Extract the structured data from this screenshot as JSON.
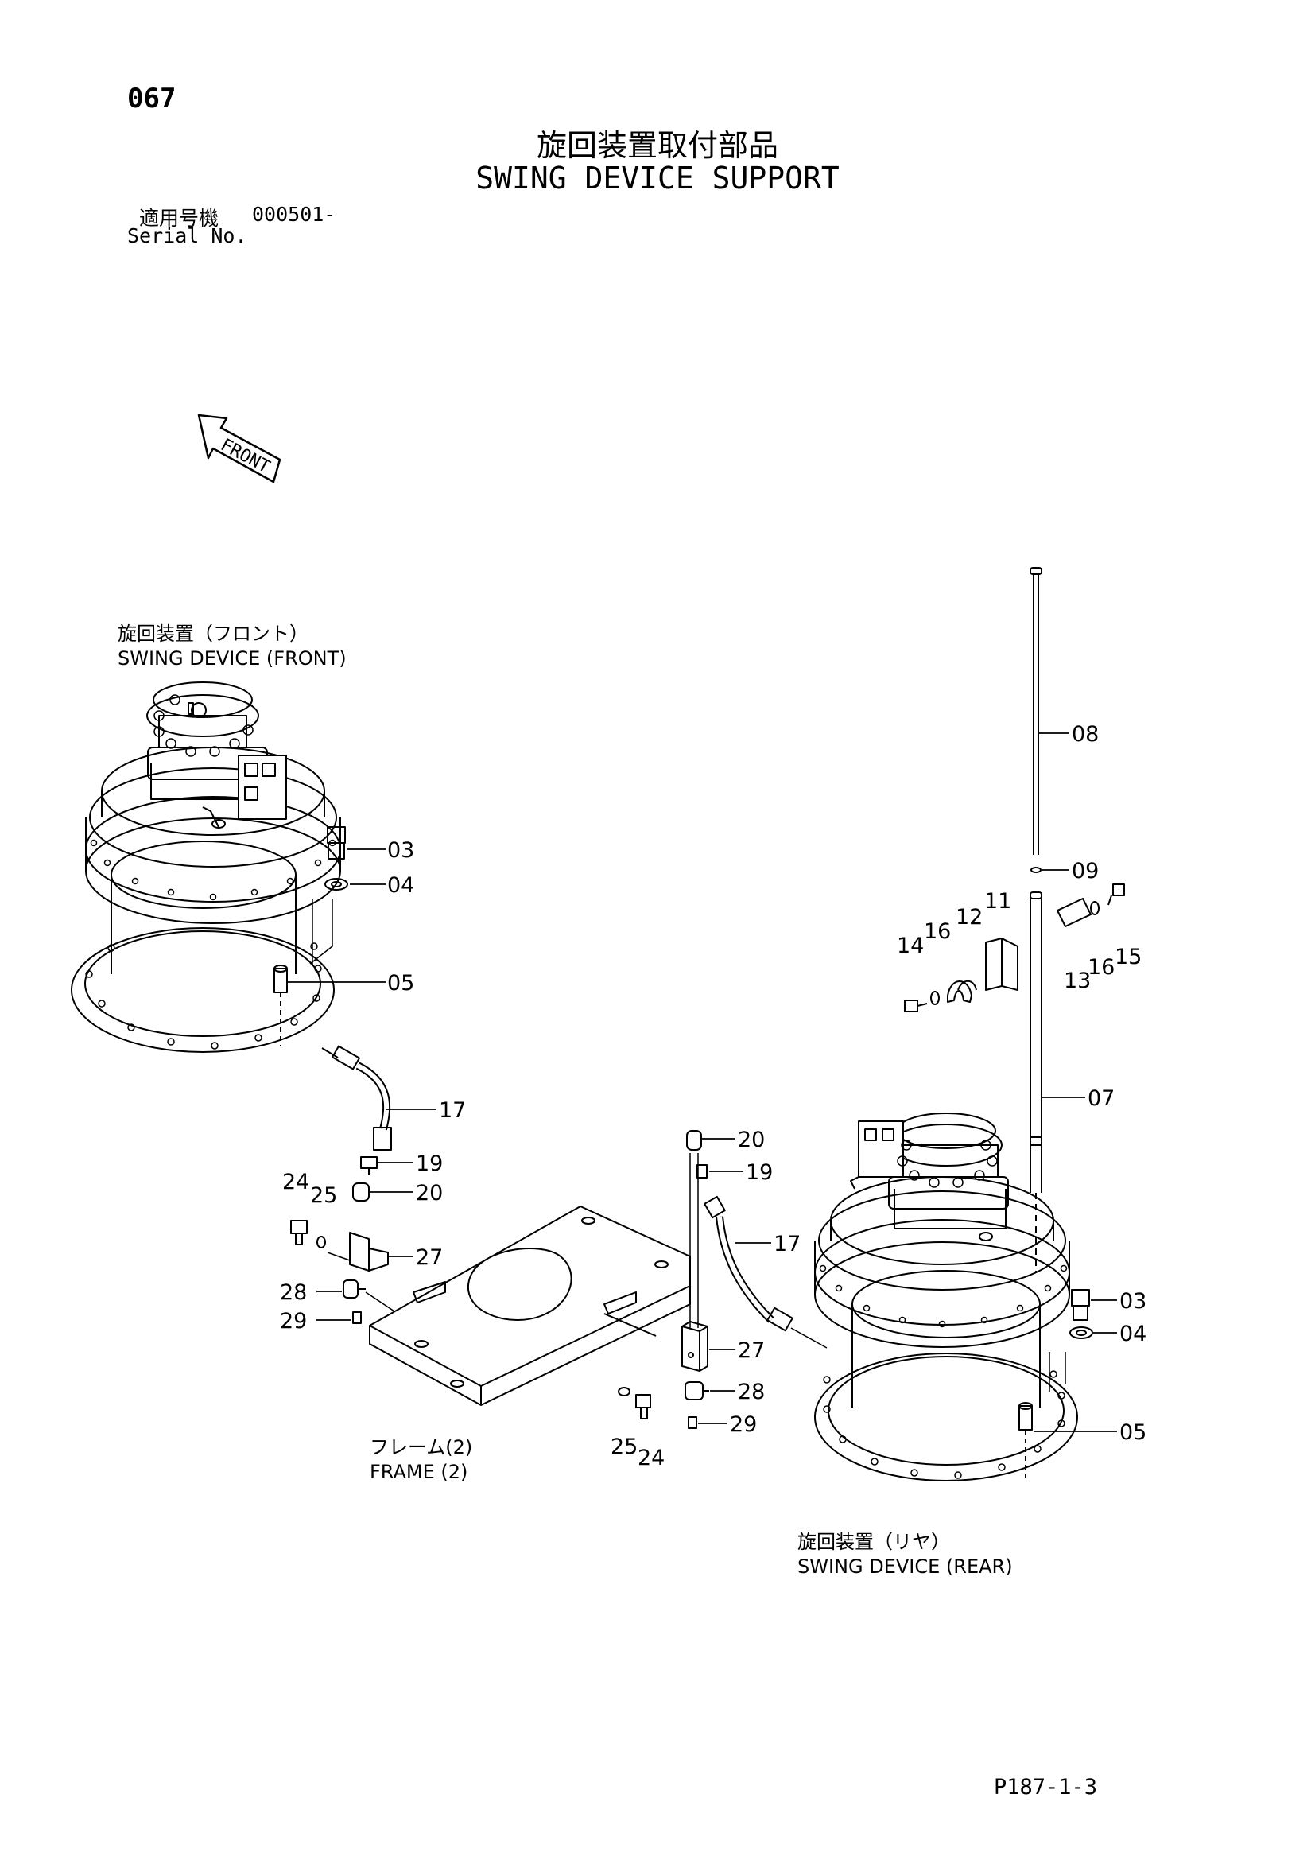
{
  "header": {
    "page_number": "067",
    "title_jp": "旋回装置取付部品",
    "title_en": "SWING DEVICE SUPPORT",
    "serial_label_jp": "適用号機",
    "serial_value": "000501-",
    "serial_label_en": "Serial No."
  },
  "front_arrow": {
    "label": "FRONT"
  },
  "assemblies": {
    "front": {
      "jp": "旋回装置（フロント）",
      "en": "SWING DEVICE (FRONT)"
    },
    "rear": {
      "jp": "旋回装置（リヤ）",
      "en": "SWING DEVICE (REAR)"
    },
    "frame": {
      "jp": "フレーム(2)",
      "en": "FRAME (2)"
    }
  },
  "callouts": {
    "front_03": "03",
    "front_04": "04",
    "front_05": "05",
    "front_17": "17",
    "front_19": "19",
    "front_20": "20",
    "front_24": "24",
    "front_25": "25",
    "front_27": "27",
    "front_28": "28",
    "front_29": "29",
    "c08": "08",
    "c09": "09",
    "c11": "11",
    "c12": "12",
    "c13": "13",
    "c14": "14",
    "c15": "15",
    "c16a": "16",
    "c16b": "16",
    "c07": "07",
    "mid_20": "20",
    "mid_19": "19",
    "mid_17": "17",
    "mid_27": "27",
    "mid_28": "28",
    "mid_29": "29",
    "mid_25": "25",
    "mid_24": "24",
    "rear_03": "03",
    "rear_04": "04",
    "rear_05": "05"
  },
  "footer": {
    "ref_code": "P187-1-3"
  }
}
